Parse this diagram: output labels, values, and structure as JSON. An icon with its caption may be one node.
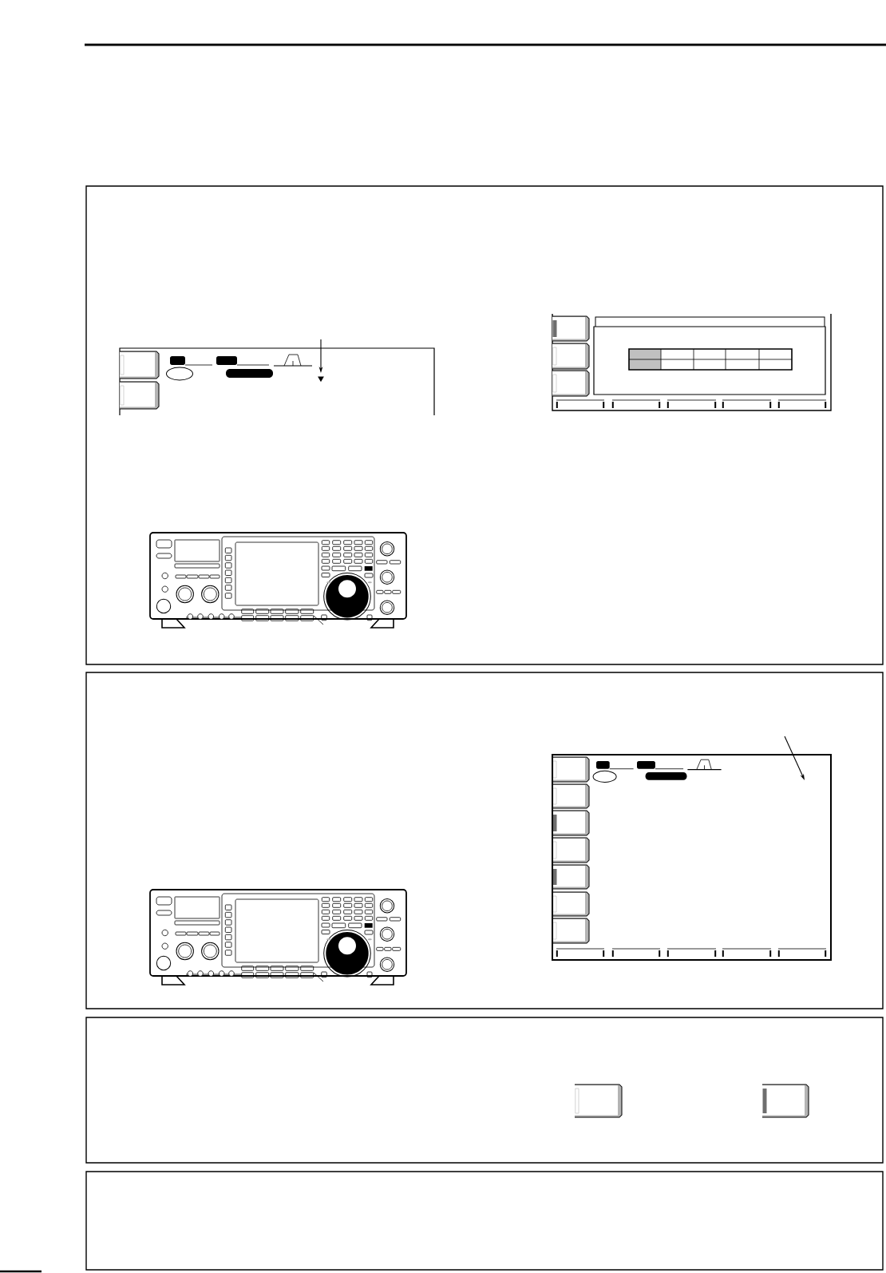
{
  "diagram": {
    "nodes": [
      {
        "text": [],
        "shape": "triangle"
      },
      {
        "text": [],
        "shape": "box"
      }
    ],
    "edges": [
      {
        "from": null,
        "to": 0,
        "arrow": "to"
      },
      {
        "from": null,
        "to": 1,
        "arrow": "to"
      }
    ]
  }
}
